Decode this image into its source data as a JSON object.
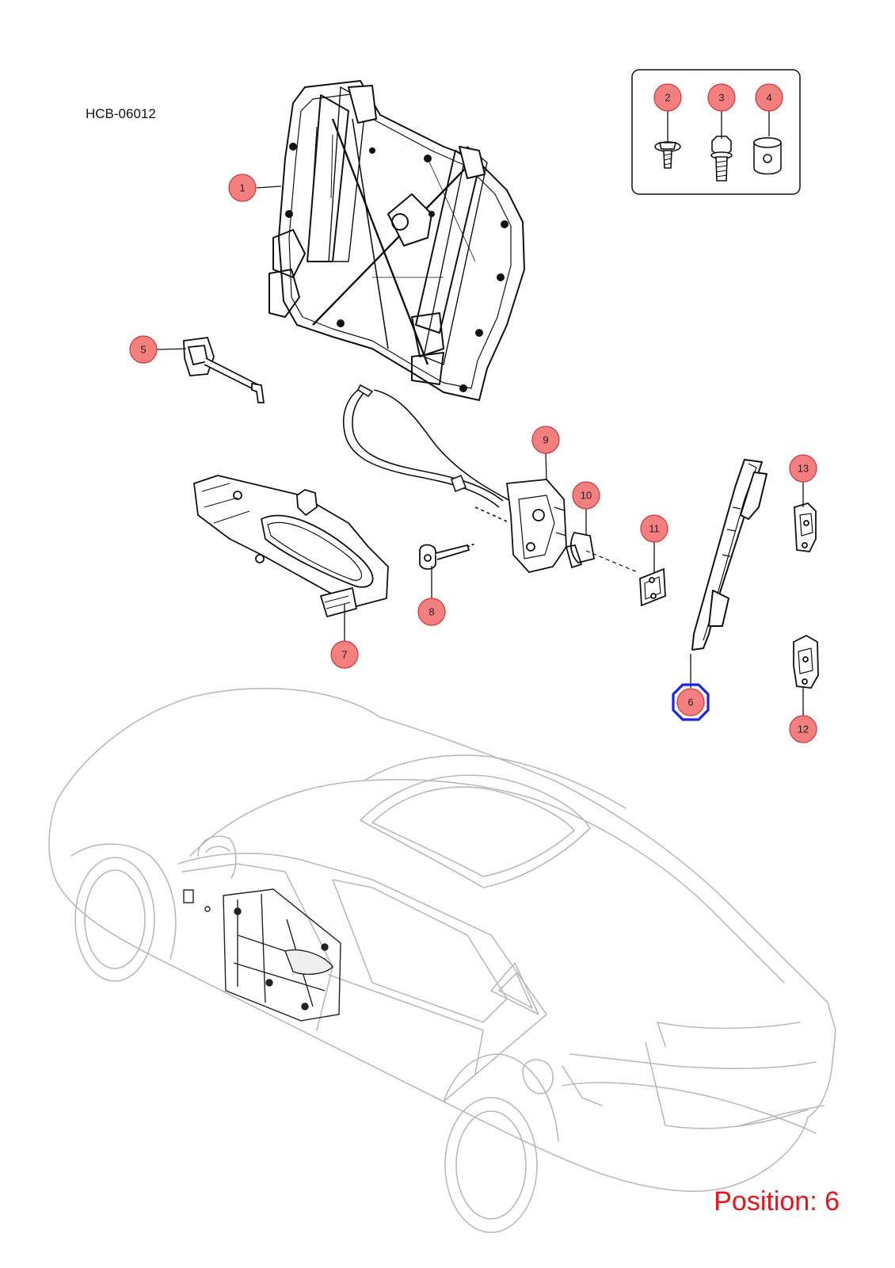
{
  "diagram_code": "HCB-06012",
  "position_label": "Position: 6",
  "selected_callout": "6",
  "colors": {
    "callout_fill": "#f47f7f",
    "callout_stroke": "#c8383c",
    "selection": "#1b24e0",
    "car_outline": "#b9b9b9",
    "parts_ink": "#111111",
    "position_text": "#e8141b"
  },
  "callouts": [
    {
      "id": "1",
      "label": "1"
    },
    {
      "id": "2",
      "label": "2"
    },
    {
      "id": "3",
      "label": "3"
    },
    {
      "id": "4",
      "label": "4"
    },
    {
      "id": "5",
      "label": "5"
    },
    {
      "id": "6",
      "label": "6"
    },
    {
      "id": "7",
      "label": "7"
    },
    {
      "id": "8",
      "label": "8"
    },
    {
      "id": "9",
      "label": "9"
    },
    {
      "id": "10",
      "label": "10"
    },
    {
      "id": "11",
      "label": "11"
    },
    {
      "id": "12",
      "label": "12"
    },
    {
      "id": "13",
      "label": "13"
    }
  ]
}
